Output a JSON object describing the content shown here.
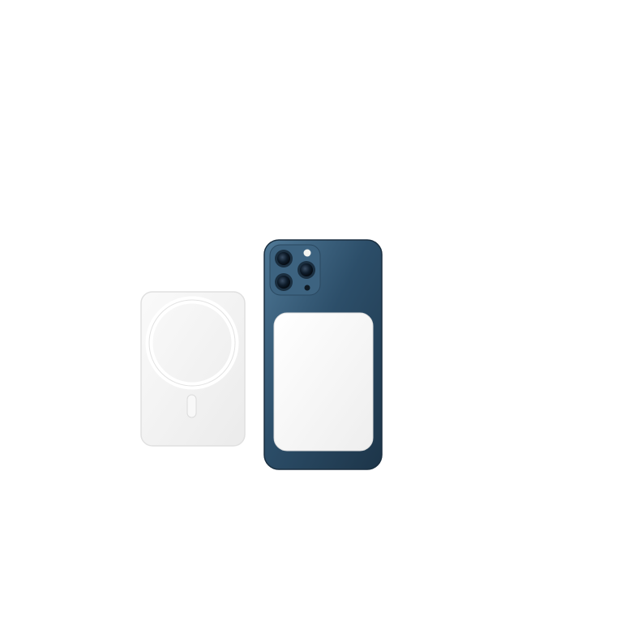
{
  "scene": {
    "subject": "magnetic-wireless-power-bank-with-smartphone",
    "colors": {
      "background": "#ffffff",
      "power_bank": "#f2f2f2",
      "power_bank_edge": "#e3e3e3",
      "magnetic_ring": "#e6e6e6",
      "phone_body": "#2a4a63",
      "phone_body_dark": "#1c3548",
      "phone_body_light": "#456c8a",
      "camera_module": "#3a5f7b",
      "lens": "#0d1b28",
      "attached_battery": "#f7f7f7"
    },
    "items": [
      {
        "id": "power-bank-front",
        "icon": "magsafe-ring-icon"
      },
      {
        "id": "phone-back",
        "icon": "triple-camera-icon"
      },
      {
        "id": "power-bank-attached",
        "icon": "battery-pack-icon"
      }
    ]
  }
}
